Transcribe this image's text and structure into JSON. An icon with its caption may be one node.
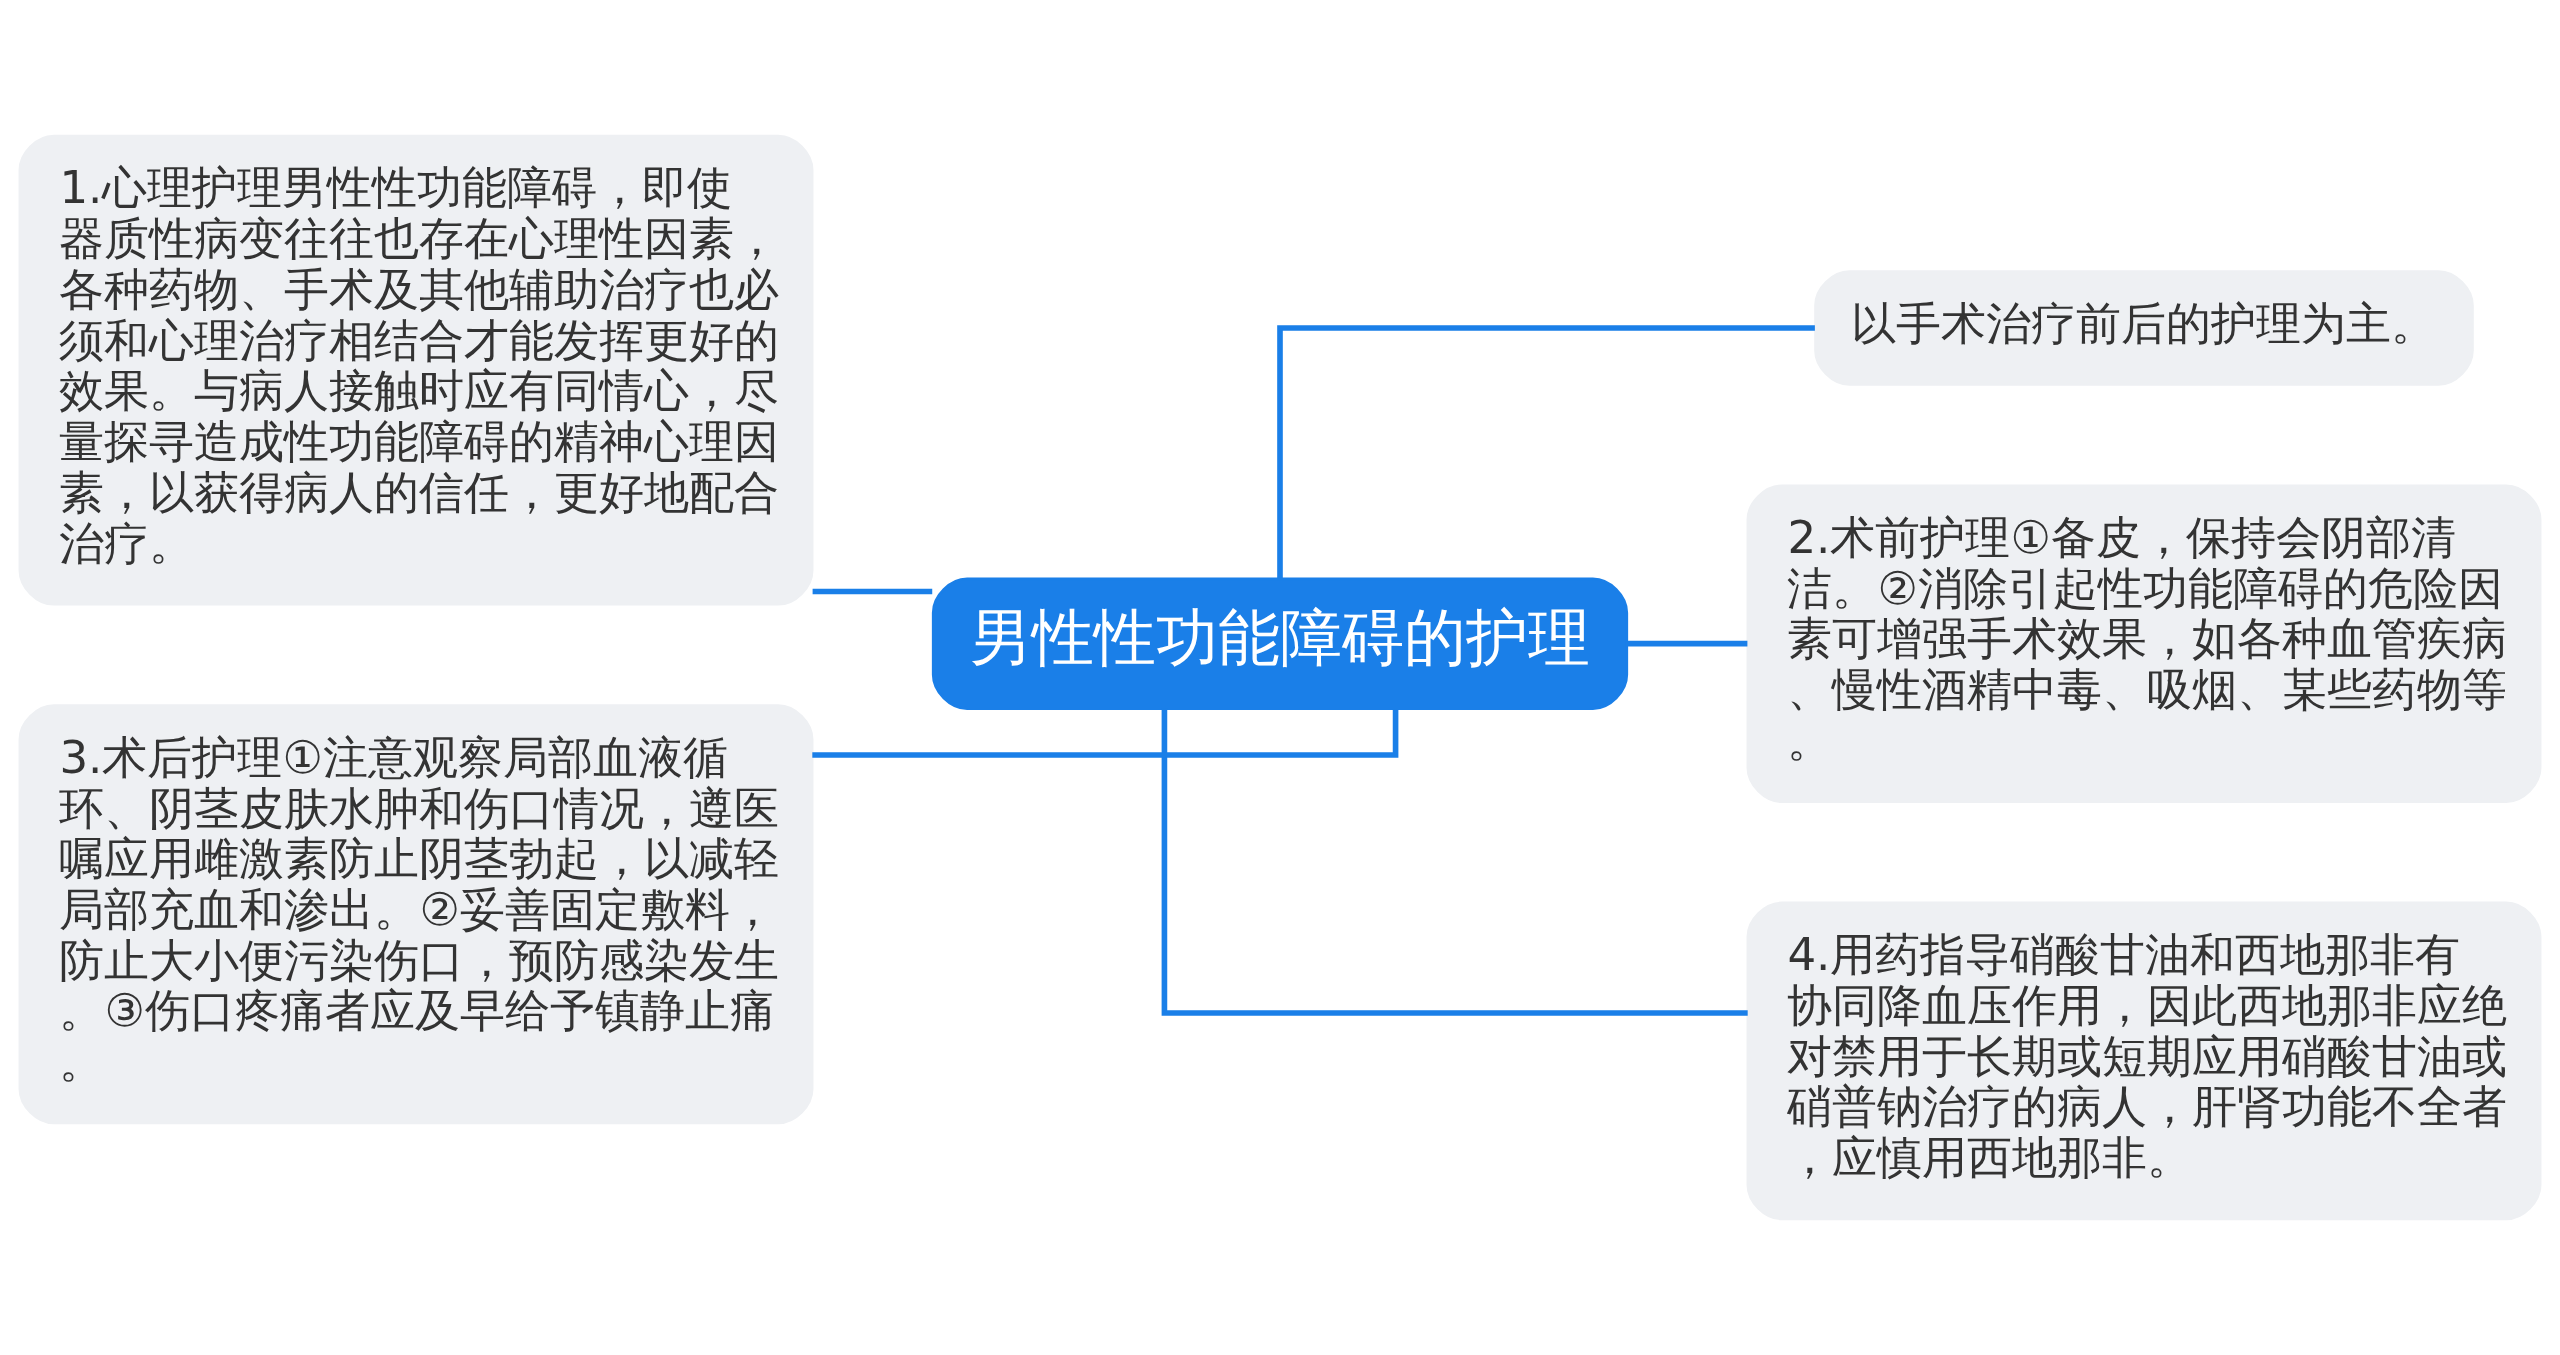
{
  "diagram": {
    "nodes": [
      {
        "text": [
          "男性性功能障碍的护理"
        ]
      },
      {
        "text": [
          "1.心理护理男性性功能障碍，即使器质性病变往往也存在心理性因素，各种药物、手术及其他辅助治疗也必须和心理治疗相结合才能发挥更好的效果。与病人接触时应有同情心，尽量探寻造成性功能障碍的精神心理因素，以获得病人的信任，更好地配合治疗。"
        ]
      },
      {
        "text": [
          "3.术后护理①注意观察局部血液循环、阴茎皮肤水肿和伤口情况，遵医嘱应用雌激素防止阴茎勃起，以减轻局部充血和渗出。②妥善固定敷料，防止大小便污染伤口，预防感染发生。③伤口疼痛者应及早给予镇静止痛。"
        ]
      },
      {
        "text": [
          "以手术治疗前后的护理为主。"
        ]
      },
      {
        "text": [
          "2.术前护理①备皮，保持会阴部清洁。②消除引起性功能障碍的危险因素可增强手术效果，如各种血管疾病、慢性酒精中毒、吸烟、某些药物等。"
        ]
      },
      {
        "text": [
          "4.用药指导硝酸甘油和西地那非有协同降血压作用，因此西地那非应绝对禁用于长期或短期应用硝酸甘油或硝普钠治疗的病人，肝肾功能不全者，应慎用西地那非。"
        ]
      }
    ],
    "edges": [
      {
        "from": 0,
        "to": 1,
        "arrow": "none"
      },
      {
        "from": 0,
        "to": 2,
        "arrow": "none"
      },
      {
        "from": 0,
        "to": 3,
        "arrow": "none"
      },
      {
        "from": 0,
        "to": 4,
        "arrow": "none"
      },
      {
        "from": 0,
        "to": 5,
        "arrow": "none"
      }
    ]
  }
}
